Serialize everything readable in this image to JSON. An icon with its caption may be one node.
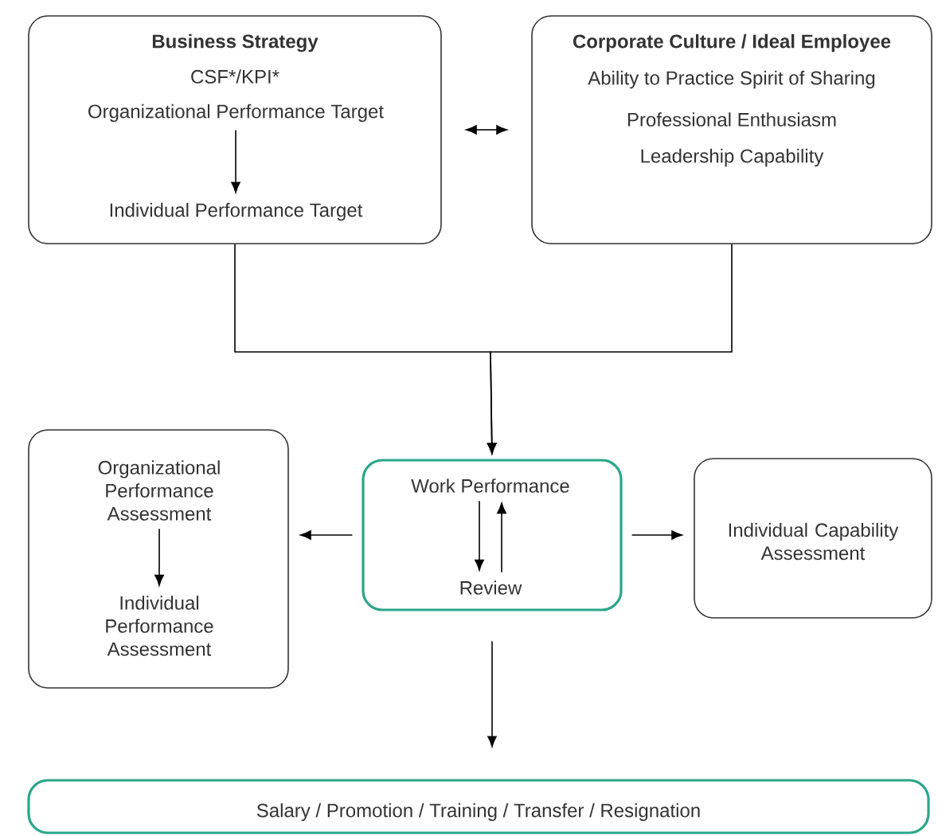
{
  "diagram": {
    "nodes": [
      {
        "text": [
          "Business Strategy",
          "CSF*/KPI*"
        ]
      },
      {
        "text": [
          "Organizational Performance Target"
        ],
        "in": 0
      },
      {
        "text": [
          "Individual Performance Target"
        ],
        "in": 0
      },
      {
        "text": [
          "Corporate Culture / Ideal Employee",
          "Ability to Practice Spirit of Sharing",
          "Professional Enthusiasm",
          "Leadership Capability"
        ]
      },
      {
        "text": [],
        "shape": "box"
      },
      {
        "text": [
          "Organizational Performance Assessment"
        ],
        "in": 4
      },
      {
        "text": [
          "Individual Performance Assessment"
        ],
        "in": 4
      },
      {
        "text": [],
        "shape": "box"
      },
      {
        "text": [
          "Work Performance"
        ],
        "in": 7
      },
      {
        "text": [
          "Review"
        ],
        "in": 7
      },
      {
        "text": [
          "Individual Capability Assessment"
        ]
      },
      {
        "text": [
          "Salary / Promotion / Training / Transfer / Resignation"
        ]
      }
    ],
    "edges": [
      {
        "from": 1,
        "to": 2,
        "arrow": "to"
      },
      {
        "from": 0,
        "to": 3,
        "arrow": "both"
      },
      {
        "from": 0,
        "to": 7,
        "arrow": "to"
      },
      {
        "from": 3,
        "to": 7,
        "arrow": "to"
      },
      {
        "from": 5,
        "to": 6,
        "arrow": "to"
      },
      {
        "from": 7,
        "to": 4,
        "arrow": "to"
      },
      {
        "from": 8,
        "to": 9,
        "arrow": "to"
      },
      {
        "from": 9,
        "to": 8,
        "arrow": "to"
      },
      {
        "from": 7,
        "to": 10,
        "arrow": "to"
      },
      {
        "from": 7,
        "to": 11,
        "arrow": "to"
      }
    ]
  }
}
